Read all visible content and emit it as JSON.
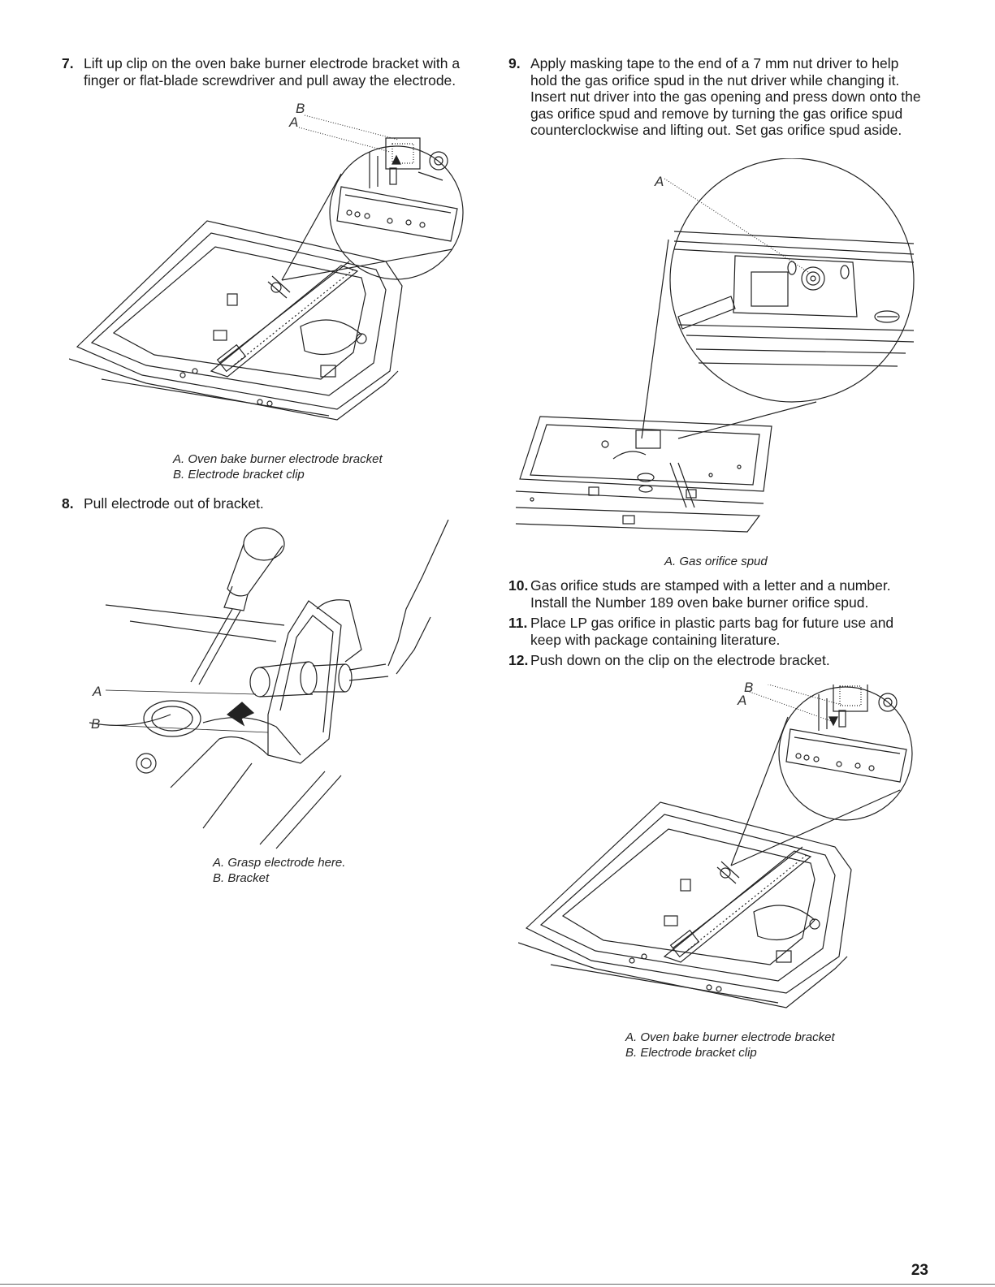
{
  "steps": [
    {
      "num": "7.",
      "text": "Lift up clip on the oven bake burner electrode bracket with a finger or flat-blade screwdriver and pull away the electrode."
    },
    {
      "num": "8.",
      "text": "Pull electrode out of bracket."
    },
    {
      "num": "9.",
      "text": "Apply masking tape to the end of a 7 mm nut driver to help hold the gas orifice spud in the nut driver while changing it. Insert nut driver into the gas opening and press down onto the gas orifice spud and remove by turning the gas orifice spud counterclockwise and lifting out. Set gas orifice spud aside."
    },
    {
      "num": "10.",
      "text": "Gas orifice studs are stamped with a letter and a number. Install the Number 189 oven bake burner orifice spud."
    },
    {
      "num": "11.",
      "text": "Place LP gas orifice in plastic parts bag for future use and keep with package containing literature."
    },
    {
      "num": "12.",
      "text": "Push down on the clip on the electrode bracket."
    }
  ],
  "figures": {
    "fig1": {
      "label_a": "A",
      "label_b": "B",
      "captions": [
        "A. Oven bake burner electrode bracket",
        "B. Electrode bracket clip"
      ]
    },
    "fig2": {
      "label_a": "A",
      "label_b": "B",
      "captions": [
        "A. Grasp electrode here.",
        "B. Bracket"
      ]
    },
    "fig3": {
      "label_a": "A",
      "captions": [
        "A. Gas orifice spud"
      ]
    },
    "fig4": {
      "label_a": "A",
      "label_b": "B",
      "captions": [
        "A. Oven bake burner electrode bracket",
        "B. Electrode bracket clip"
      ]
    }
  },
  "page_number": "23"
}
